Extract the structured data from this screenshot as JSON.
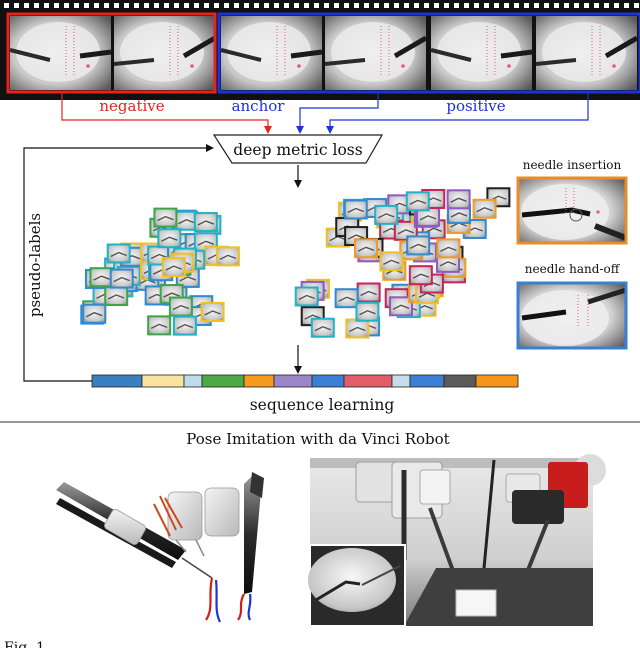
{
  "labels": {
    "negative": "negative",
    "anchor": "anchor",
    "positive": "positive",
    "loss": "deep metric loss",
    "pseudo": "pseudo-labels",
    "needle_insertion": "needle insertion",
    "needle_handoff": "needle hand-off",
    "sequence": "sequence learning",
    "pose_title": "Pose Imitation with da Vinci Robot",
    "fig": "Fig. 1"
  },
  "colors": {
    "negative": "#e8231d",
    "anchor": "#1b34d8",
    "insertion": "#e98b2b",
    "handoff": "#3a7fd0"
  },
  "sequence_bar": [
    {
      "color": "#3a7fc1",
      "w": 50
    },
    {
      "color": "#fae39c",
      "w": 42
    },
    {
      "color": "#bfdbe8",
      "w": 18
    },
    {
      "color": "#4caa44",
      "w": 42
    },
    {
      "color": "#f59a1c",
      "w": 30
    },
    {
      "color": "#9a86c9",
      "w": 38
    },
    {
      "color": "#3a7fd4",
      "w": 32
    },
    {
      "color": "#e35d68",
      "w": 48
    },
    {
      "color": "#c7dce8",
      "w": 18
    },
    {
      "color": "#3a7fd4",
      "w": 34
    },
    {
      "color": "#5b5b5b",
      "w": 32
    },
    {
      "color": "#f5951a",
      "w": 42
    }
  ]
}
